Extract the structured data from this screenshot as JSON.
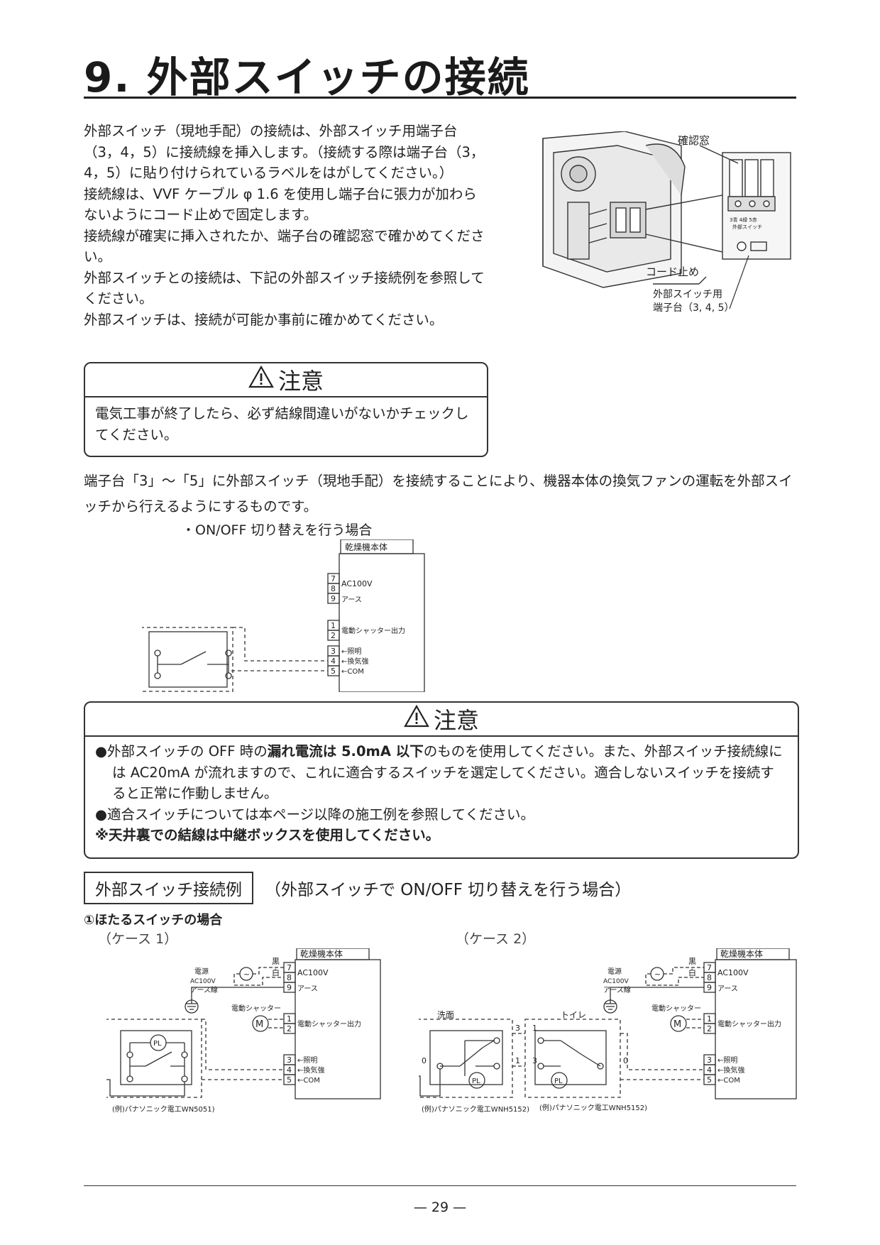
{
  "title": "9. 外部スイッチの接続",
  "intro": [
    "外部スイッチ（現地手配）の接続は、外部スイッチ用端子台（3，4，5）に接続線を挿入します。（接続する際は端子台（3，4，5）に貼り付けられているラベルをはがしてください。）",
    "接続線は、VVF ケーブル φ 1.6 を使用し端子台に張力が加わらないようにコード止めで固定します。",
    "接続線が確実に挿入されたか、端子台の確認窓で確かめてください。",
    "外部スイッチとの接続は、下記の外部スイッチ接続例を参照してください。",
    "外部スイッチは、接続が可能か事前に確かめてください。"
  ],
  "photo": {
    "label_window": "確認窓",
    "label_cord_stop": "コード止め",
    "label_terminal_1": "外部スイッチ用",
    "label_terminal_2": "端子台（3, 4, 5）",
    "label_tiny_numbers": "3青 4緑 5赤",
    "label_tiny_switch": "外部スイッチ"
  },
  "caution1": {
    "heading": "注意",
    "text": "電気工事が終了したら、必ず結線間違いがないかチェックしてください。"
  },
  "description": "端子台「3」～「5」に外部スイッチ（現地手配）を接続することにより、機器本体の換気ファンの運転を外部スイッチから行えるようにするものです。",
  "onoff_label": "・ON/OFF 切り替えを行う場合",
  "diagram1": {
    "unit_label": "乾燥機本体",
    "terminals": [
      "7",
      "8",
      "9",
      "1",
      "2",
      "3",
      "4",
      "5"
    ],
    "ac100v": "AC100V",
    "earth": "アース",
    "shutter_out": "電動シャッター出力",
    "t3": "←照明",
    "t4": "←換気強",
    "t5": "←COM"
  },
  "caution2": {
    "heading": "注意",
    "line1_pre": "●外部スイッチの OFF 時の",
    "line1_bold": "漏れ電流は 5.0mA 以下",
    "line1_post": "のものを使用してください。また、外部スイッチ接続線には AC20mA が流れますので、これに適合するスイッチを選定してください。適合しないスイッチを接続すると正常に作動しません。",
    "line2": "●適合スイッチについては本ページ以降の施工例を参照してください。",
    "line3": "※天井裏での結線は中継ボックスを使用してください。"
  },
  "example": {
    "box_label": "外部スイッチ接続例",
    "subtitle": "（外部スイッチで ON/OFF 切り替えを行う場合）",
    "hotaru": "①ほたるスイッチの場合",
    "case1": "（ケース 1）",
    "case2": "（ケース 2）"
  },
  "diagram2": {
    "unit_label": "乾燥機本体",
    "power": "電源",
    "power_v": "AC100V",
    "earth_wire": "アース線",
    "black": "黒",
    "white": "白",
    "shutter": "電動シャッター",
    "motor": "M",
    "pl": "PL",
    "ac100v": "AC100V",
    "earth": "アース",
    "shutter_out": "電動シャッター出力",
    "t3": "←照明",
    "t4": "←換気強",
    "t5": "←COM",
    "terminals": [
      "7",
      "8",
      "9",
      "1",
      "2",
      "3",
      "4",
      "5"
    ],
    "example1": "(例)パナソニック電工WN5051)",
    "washroom": "洗面",
    "toilet": "トイレ",
    "sw_num_3": "3",
    "sw_num_1": "1",
    "sw_num_0": "0",
    "example2a": "(例)パナソニック電工WNH5152)",
    "example2b": "(例)パナソニック電工WNH5152)"
  },
  "page_number": "— 29 —"
}
